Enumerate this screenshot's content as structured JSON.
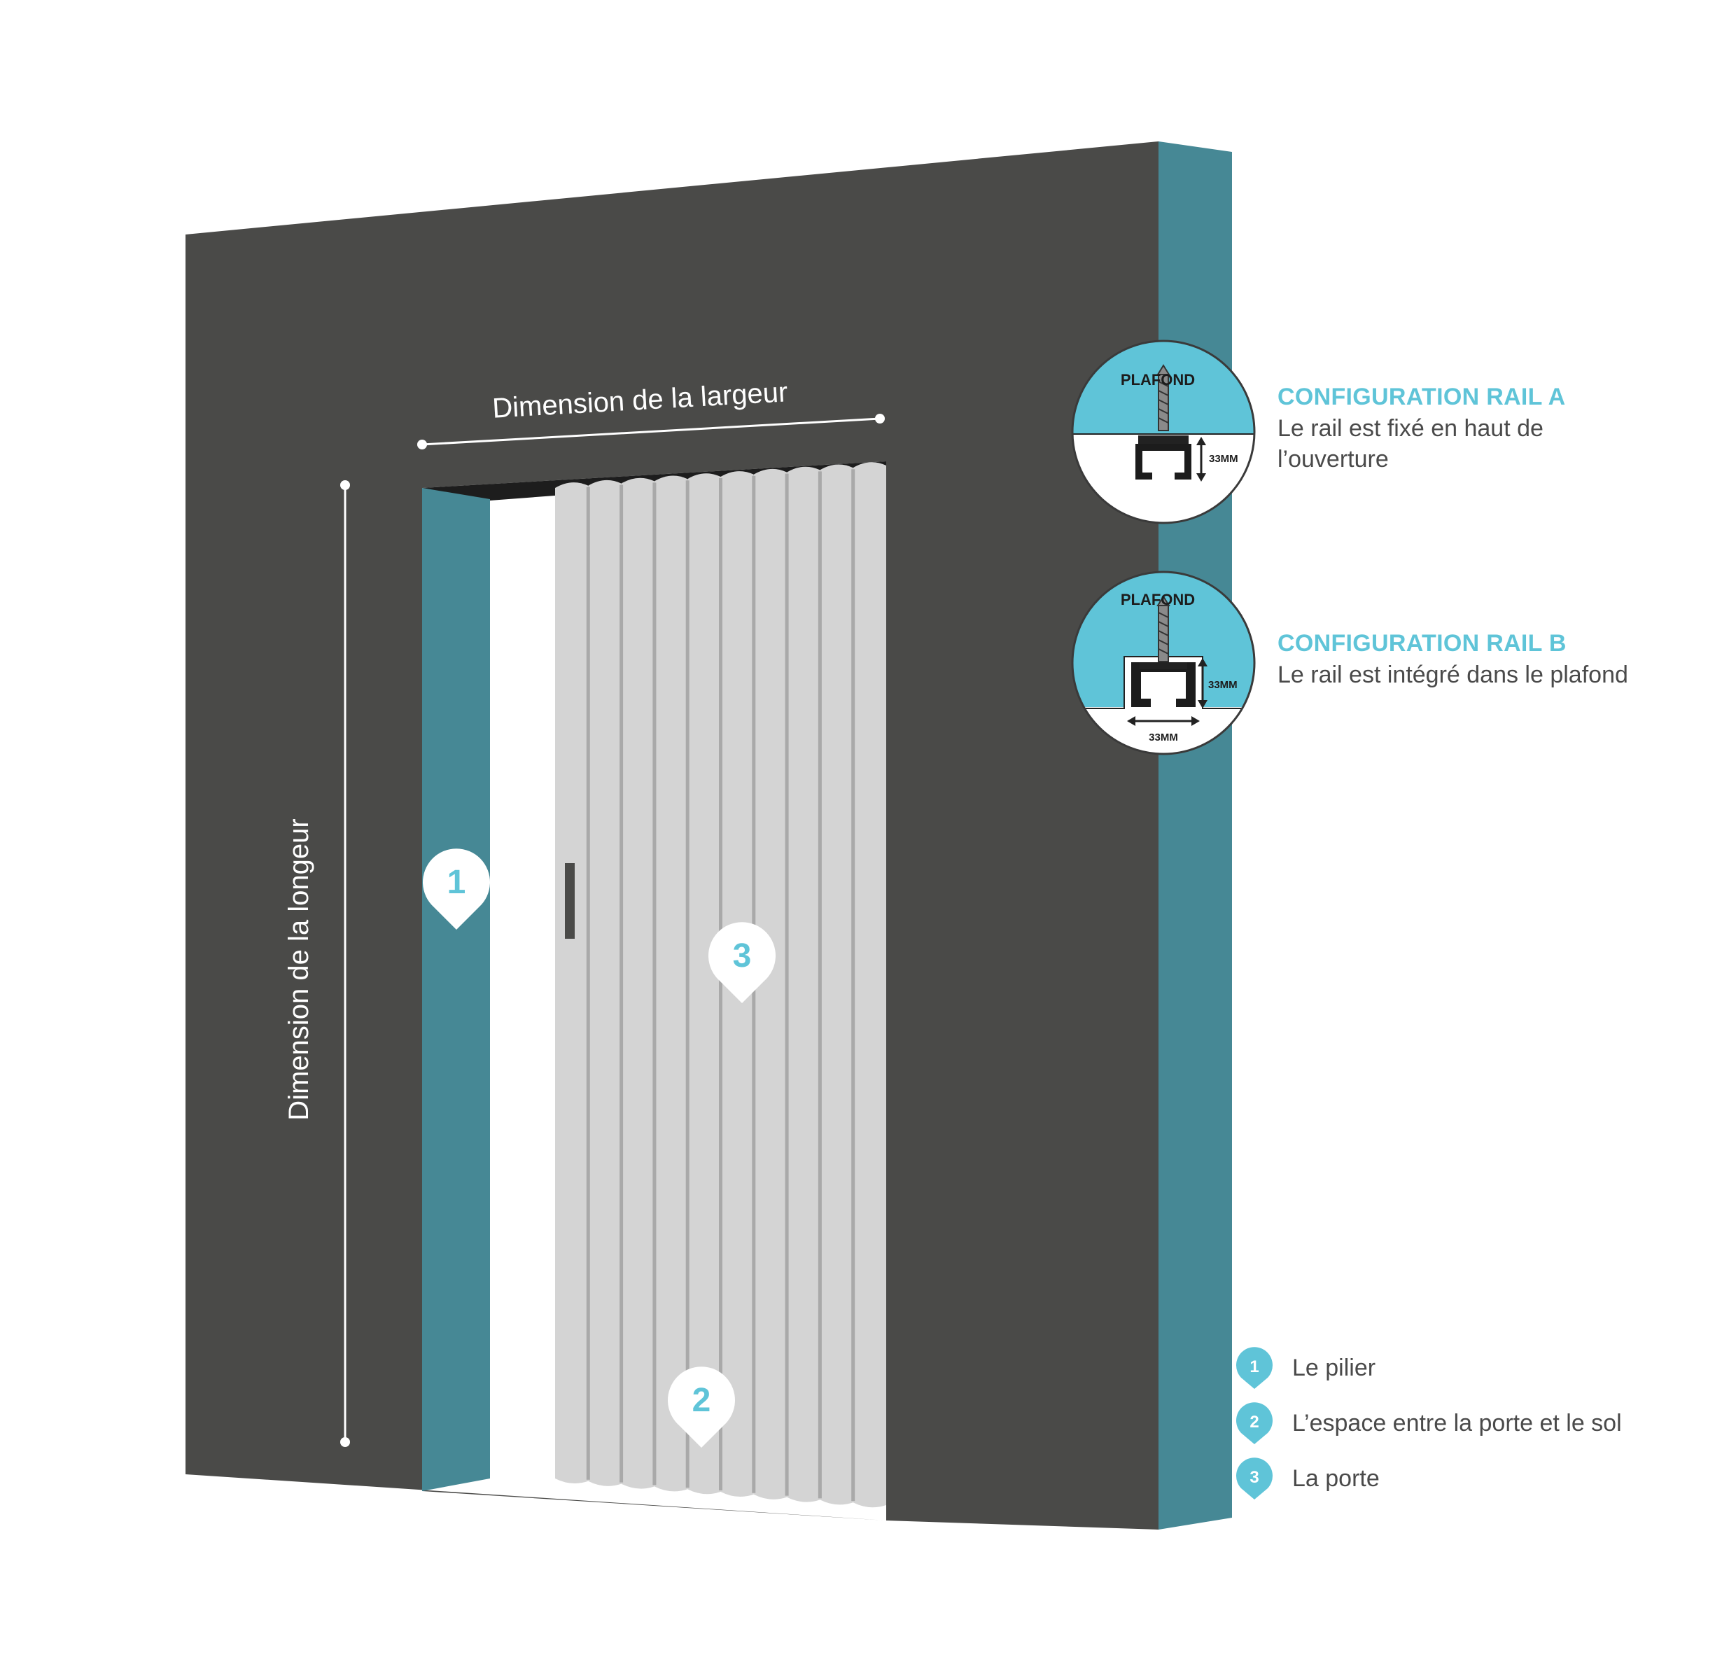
{
  "colors": {
    "wall": "#4a4a48",
    "teal_side": "#468895",
    "accent": "#5fc4d8",
    "door": "#d4d4d4",
    "door_groove": "#a9a9a9",
    "text": "#4a4a4a",
    "white": "#ffffff"
  },
  "labels": {
    "width_dimension": "Dimension de la largeur",
    "height_dimension": "Dimension de la longeur"
  },
  "markers": {
    "m1": "1",
    "m2": "2",
    "m3": "3"
  },
  "config_a": {
    "ceiling": "PLAFOND",
    "measure_height": "33MM",
    "title": "CONFIGURATION RAIL A",
    "desc_line1": "Le rail est fixé en haut de",
    "desc_line2": "l’ouverture"
  },
  "config_b": {
    "ceiling": "PLAFOND",
    "measure_height": "33MM",
    "measure_width": "33MM",
    "title": "CONFIGURATION RAIL B",
    "desc_line1": "Le rail est intégré dans le plafond"
  },
  "legend": [
    {
      "num": "1",
      "text": "Le pilier"
    },
    {
      "num": "2",
      "text": "L’espace entre la porte et le sol"
    },
    {
      "num": "3",
      "text": "La porte"
    }
  ]
}
